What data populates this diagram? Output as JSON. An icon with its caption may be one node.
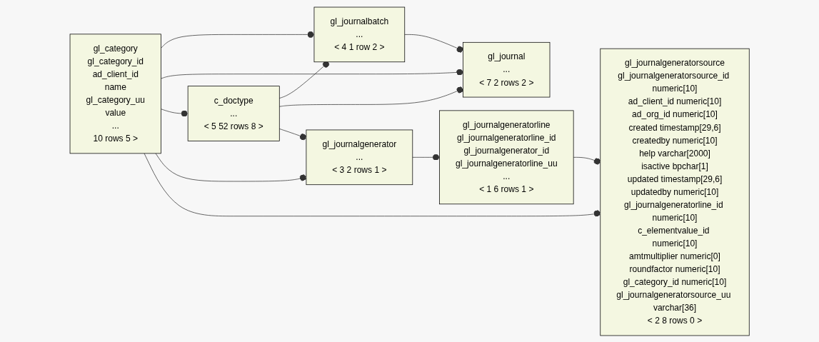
{
  "diagram": {
    "nodes": [
      {
        "text": [
          "gl_category",
          "gl_category_id",
          "ad_client_id",
          "name",
          "gl_category_uu",
          "value",
          "...",
          "10 rows",
          "5 >"
        ]
      },
      {
        "text": [
          "c_doctype",
          "...",
          "< 5",
          "52 rows",
          "8 >"
        ]
      },
      {
        "text": [
          "gl_journalbatch",
          "...",
          "< 4",
          "1 row",
          "2 >"
        ]
      },
      {
        "text": [
          "gl_journal",
          "...",
          "< 7",
          "2 rows",
          "2 >"
        ]
      },
      {
        "text": [
          "gl_journalgenerator",
          "...",
          "< 3",
          "2 rows",
          "1 >"
        ]
      },
      {
        "text": [
          "gl_journalgeneratorline",
          "gl_journalgeneratorline_id",
          "gl_journalgenerator_id",
          "gl_journalgeneratorline_uu",
          "...",
          "< 1",
          "6 rows",
          "1 >"
        ]
      },
      {
        "text": [
          "gl_journalgeneratorsource",
          "gl_journalgeneratorsource_id",
          "numeric[10]",
          "ad_client_id",
          "numeric[10]",
          "ad_org_id",
          "numeric[10]",
          "created",
          "timestamp[29,6]",
          "createdby",
          "numeric[10]",
          "help",
          "varchar[2000]",
          "isactive",
          "bpchar[1]",
          "updated",
          "timestamp[29,6]",
          "updatedby",
          "numeric[10]",
          "gl_journalgeneratorline_id",
          "numeric[10]",
          "c_elementvalue_id",
          "numeric[10]",
          "amtmultiplier",
          "numeric[0]",
          "roundfactor",
          "numeric[10]",
          "gl_category_id",
          "numeric[10]",
          "gl_journalgeneratorsource_uu",
          "varchar[36]",
          "< 2",
          "8 rows",
          "0 >"
        ]
      }
    ],
    "edges": [
      {
        "from": 0,
        "to": 2,
        "arrow": "other"
      },
      {
        "from": 0,
        "to": 3,
        "arrow": "other"
      },
      {
        "from": 0,
        "to": 1,
        "arrow": "other"
      },
      {
        "from": 0,
        "to": 4,
        "arrow": "other"
      },
      {
        "from": 0,
        "to": 6,
        "arrow": "other"
      },
      {
        "from": 1,
        "to": 2,
        "arrow": "other"
      },
      {
        "from": 1,
        "to": 3,
        "arrow": "other"
      },
      {
        "from": 1,
        "to": 4,
        "arrow": "other"
      },
      {
        "from": 2,
        "to": 3,
        "arrow": "other"
      },
      {
        "from": 4,
        "to": 5,
        "arrow": "other"
      },
      {
        "from": 5,
        "to": 6,
        "arrow": "other"
      }
    ]
  }
}
